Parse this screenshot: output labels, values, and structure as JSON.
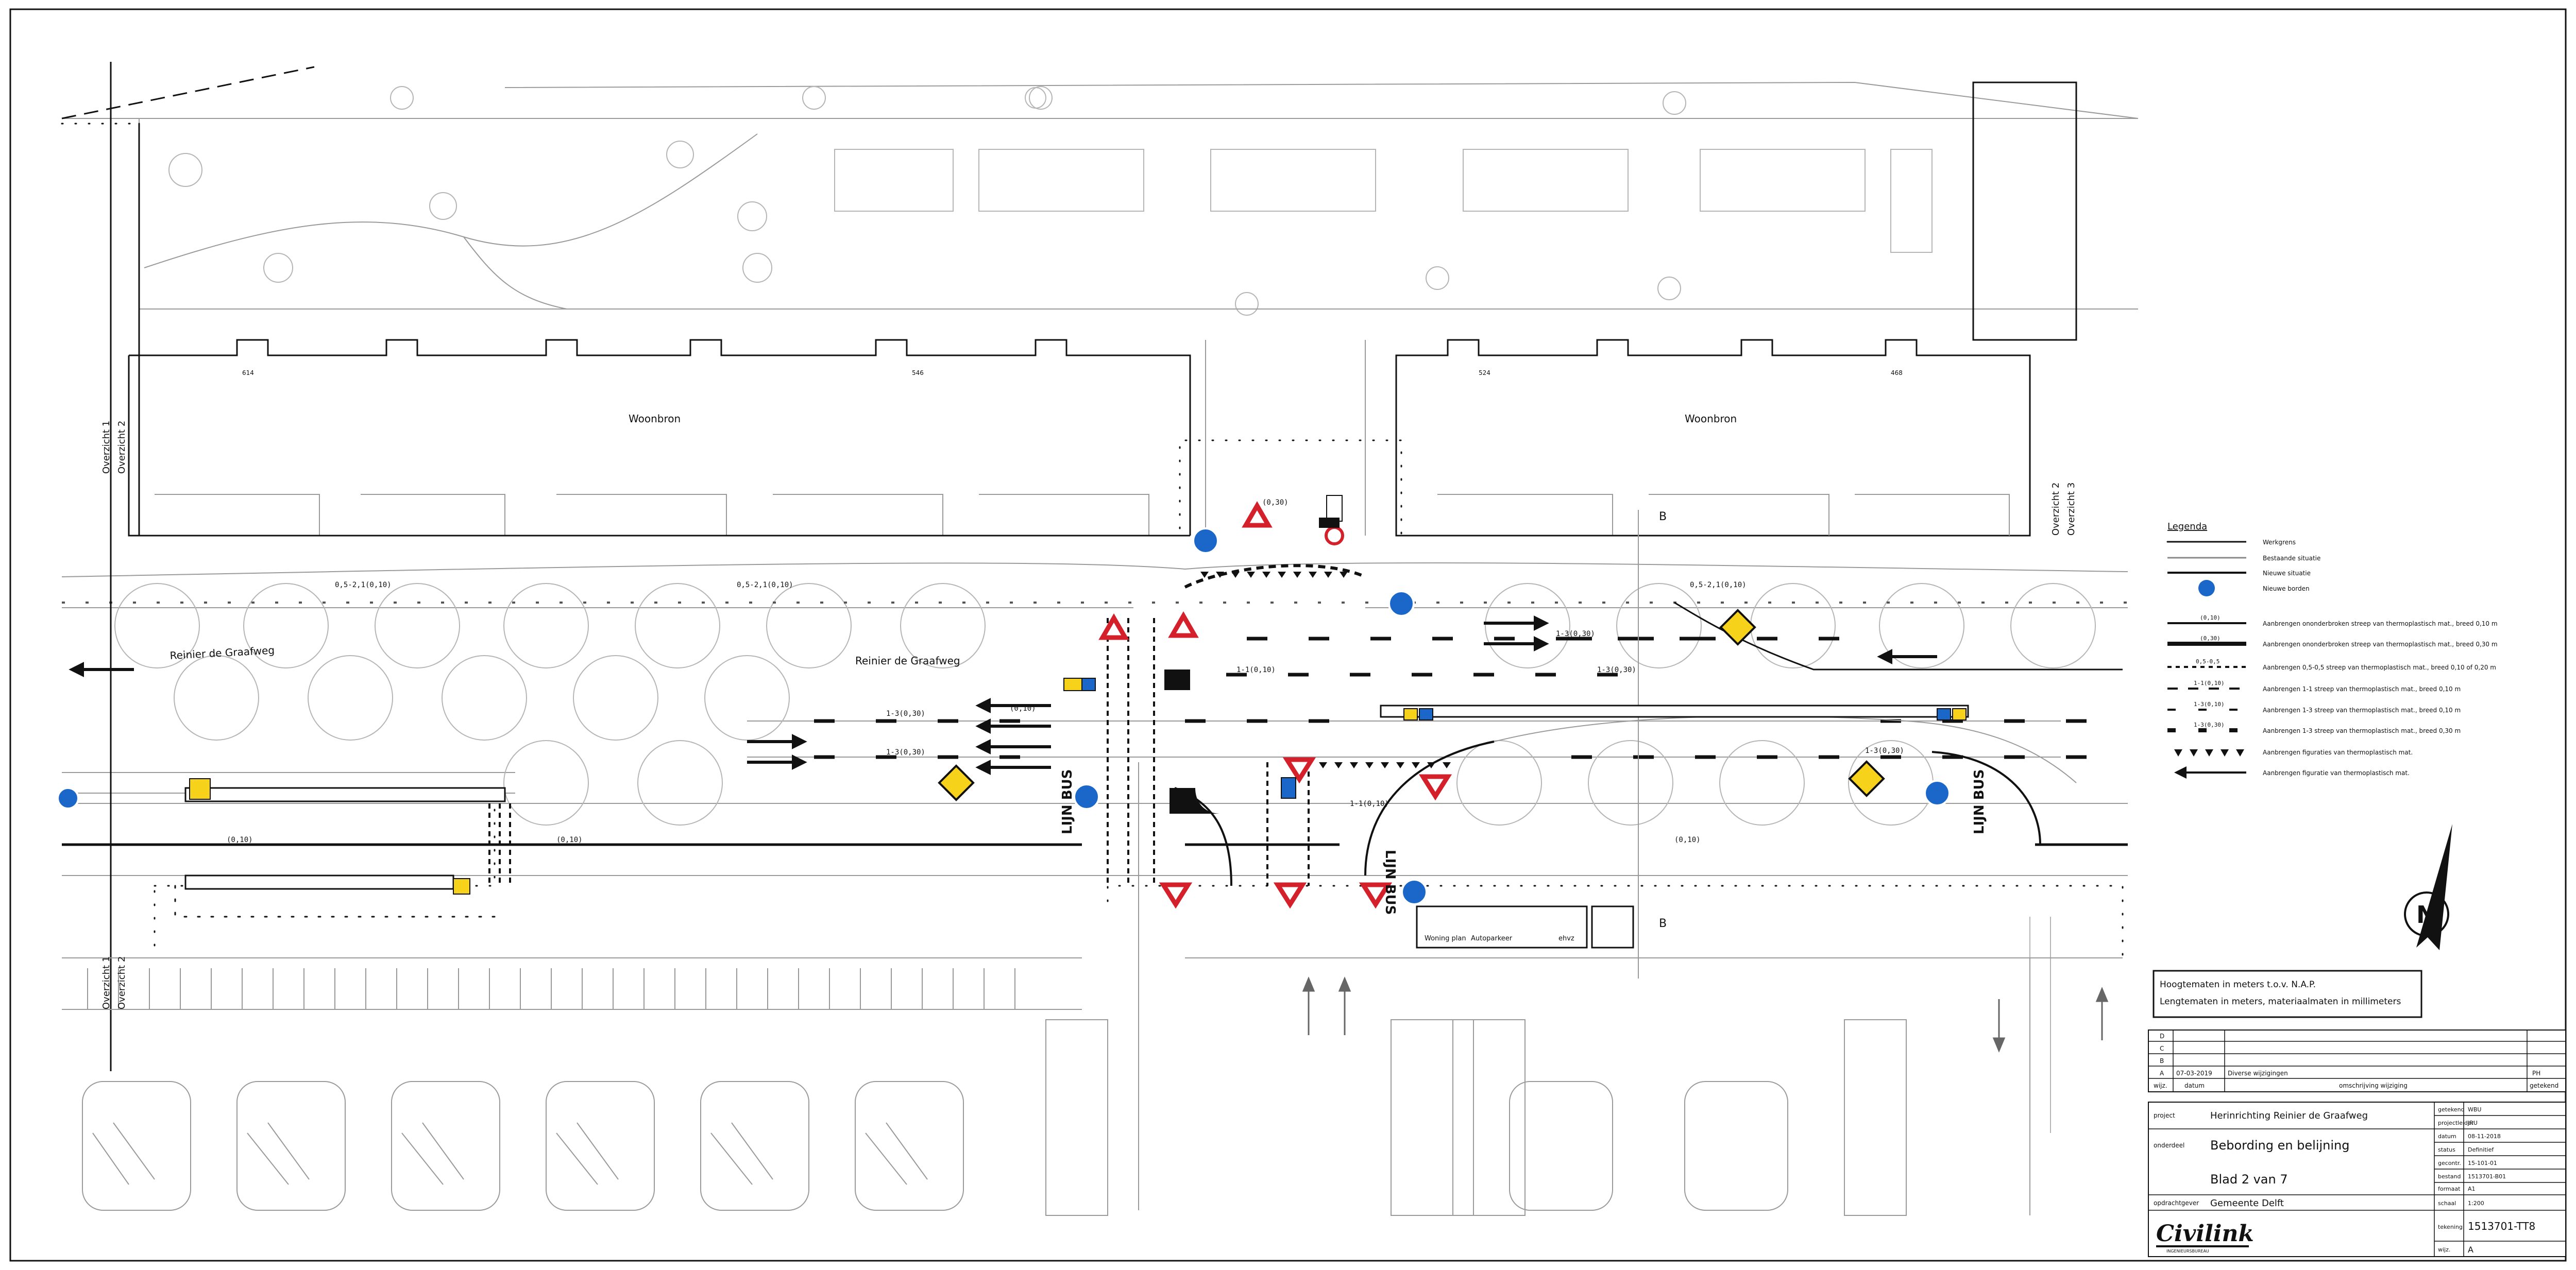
{
  "plan": {
    "area_labels": [
      "Woonbron",
      "Woonbron"
    ],
    "street_labels": [
      "Reinier de Graafweg",
      "Reinier de Graafweg"
    ],
    "overzicht_labels": [
      "Overzicht 1",
      "Overzicht 2",
      "Overzicht 2",
      "Overzicht 3",
      "Overzicht 1",
      "Overzicht 2"
    ],
    "section_marks": [
      "B",
      "B"
    ],
    "bus_lane_marks": [
      "LIJN BUS",
      "LIJN BUS",
      "LIJN BUS"
    ],
    "dimension_labels": [
      "1-3(0,30)",
      "1-3(0,30)",
      "1-3(0,30)",
      "1-3(0,30)",
      "1-3(0,30)",
      "1-1(0,10)",
      "1-1(0,10)",
      "0,5-2,1(0,10)",
      "0,5-2,1(0,10)",
      "0,5-2,1(0,10)",
      "(0,10)",
      "(0,10)",
      "(0,30)",
      "(0,10)",
      "(0,10)"
    ],
    "building_labels": [
      "Woning plan",
      "Autoparkeer",
      "ehvz"
    ],
    "house_numbers": [
      "614",
      "546",
      "524",
      "468"
    ]
  },
  "legend": {
    "title": "Legenda",
    "items": [
      {
        "symbol": "werkgrens",
        "label": "Werkgrens"
      },
      {
        "symbol": "bestaand",
        "label": "Bestaande situatie"
      },
      {
        "symbol": "nieuw",
        "label": "Nieuwe situatie"
      },
      {
        "symbol": "borden",
        "label": "Nieuwe borden"
      },
      {
        "symbol": "solid-010",
        "code": "(0,10)",
        "label": "Aanbrengen ononderbroken streep van thermoplastisch mat., breed 0,10 m"
      },
      {
        "symbol": "solid-030",
        "code": "(0,30)",
        "label": "Aanbrengen ononderbroken streep van thermoplastisch mat., breed 0,30 m"
      },
      {
        "symbol": "dash-05",
        "code": "0,5-0,5",
        "label": "Aanbrengen 0,5-0,5 streep van thermoplastisch mat., breed 0,10 of 0,20 m"
      },
      {
        "symbol": "dash-11",
        "code": "1-1(0,10)",
        "label": "Aanbrengen 1-1 streep van thermoplastisch mat., breed 0,10 m"
      },
      {
        "symbol": "dash-13a",
        "code": "1-3(0,10)",
        "label": "Aanbrengen 1-3 streep van thermoplastisch mat., breed 0,10 m"
      },
      {
        "symbol": "dash-13b",
        "code": "1-3(0,30)",
        "label": "Aanbrengen 1-3 streep van thermoplastisch mat., breed 0,30 m"
      },
      {
        "symbol": "sharks",
        "label": "Aanbrengen figuraties van thermoplastisch mat."
      },
      {
        "symbol": "arrow",
        "label": "Aanbrengen figuratie van thermoplastisch mat."
      }
    ]
  },
  "notes": {
    "line1": "Hoogtematen in meters t.o.v. N.A.P.",
    "line2": "Lengtematen in meters, materiaalmaten in millimeters"
  },
  "revisions": {
    "rows": [
      {
        "letter": "D",
        "date": "",
        "desc": "",
        "by": ""
      },
      {
        "letter": "C",
        "date": "",
        "desc": "",
        "by": ""
      },
      {
        "letter": "B",
        "date": "",
        "desc": "",
        "by": ""
      },
      {
        "letter": "A",
        "date": "07-03-2019",
        "desc": "Diverse wijzigingen",
        "by": "PH"
      }
    ],
    "header": {
      "letter": "wijz.",
      "date": "datum",
      "desc": "omschrijving wijziging",
      "by": "getekend"
    }
  },
  "title_block": {
    "project_label": "project",
    "project": "Herinrichting Reinier de Graafweg",
    "onderdeel_label": "onderdeel",
    "onderdeel": "Bebording en belijning",
    "blad": "Blad 2 van 7",
    "opdrachtgever_label": "opdrachtgever",
    "opdrachtgever": "Gemeente Delft",
    "company": "Civilink",
    "company_sub": "INGENIEURSBUREAU",
    "meta": [
      {
        "label": "getekend",
        "value": "WBU"
      },
      {
        "label": "projectleider",
        "value": "JRU"
      },
      {
        "label": "datum",
        "value": "08-11-2018"
      },
      {
        "label": "status",
        "value": "Definitief"
      },
      {
        "label": "gecontr.",
        "value": "15-101-01"
      },
      {
        "label": "bestand",
        "value": "1513701-B01"
      },
      {
        "label": "formaat",
        "value": "A1"
      },
      {
        "label": "schaal",
        "value": "1:200"
      }
    ],
    "tekening_label": "tekening",
    "tekening": "1513701-TT8",
    "wijz_label": "wijz.",
    "wijz": "A"
  },
  "north_arrow": {
    "label": "N"
  }
}
